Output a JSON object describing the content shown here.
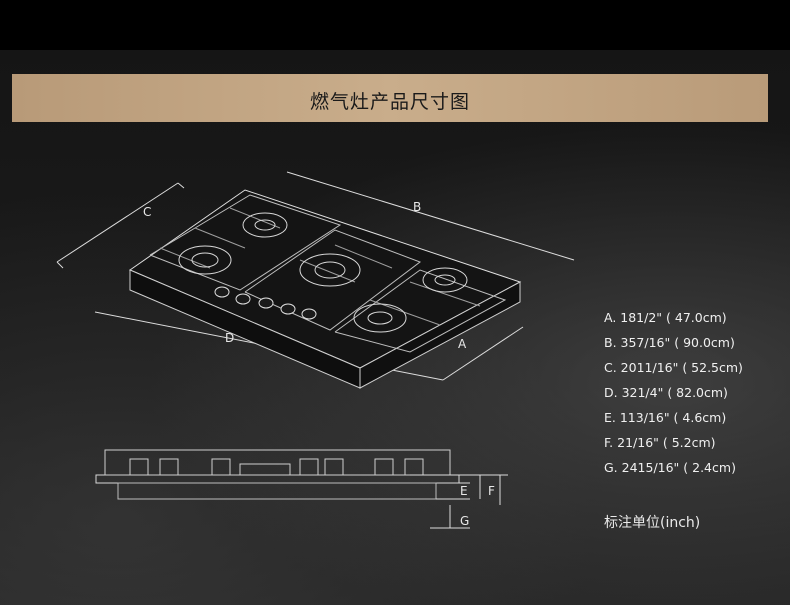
{
  "header": {
    "title": "燃气灶产品尺寸图"
  },
  "dimension_labels": {
    "a": "A",
    "b": "B",
    "c": "C",
    "d": "D",
    "e": "E",
    "f": "F",
    "g": "G"
  },
  "specs": [
    "A. 181/2\" ( 47.0cm)",
    "B. 357/16\" ( 90.0cm)",
    "C. 2011/16\" ( 52.5cm)",
    "D. 321/4\" ( 82.0cm)",
    "E. 113/16\" ( 4.6cm)",
    "F. 21/16\" ( 5.2cm)",
    "G. 2415/16\" ( 2.4cm)"
  ],
  "unit_note": "标注单位(inch)"
}
